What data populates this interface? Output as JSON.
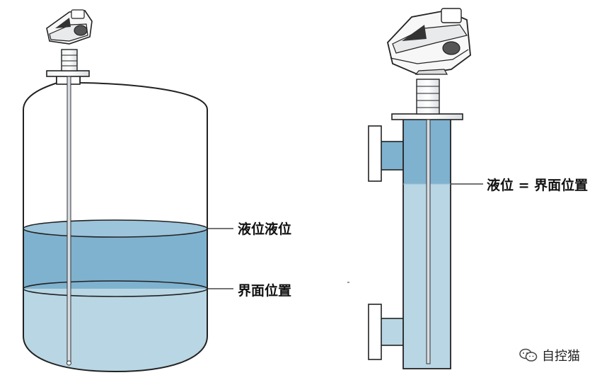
{
  "labels": {
    "tank_liquid_level": "液位液位",
    "tank_interface_level": "界面位置",
    "chamber_level": "液位 = 界面位置"
  },
  "watermark": {
    "text": "自控猫",
    "icon": "wechat-icon"
  },
  "colors": {
    "upper_liquid": "#7fb2cf",
    "lower_liquid": "#b9d6e4",
    "outline": "#222222",
    "probe": "#d7dde2"
  }
}
